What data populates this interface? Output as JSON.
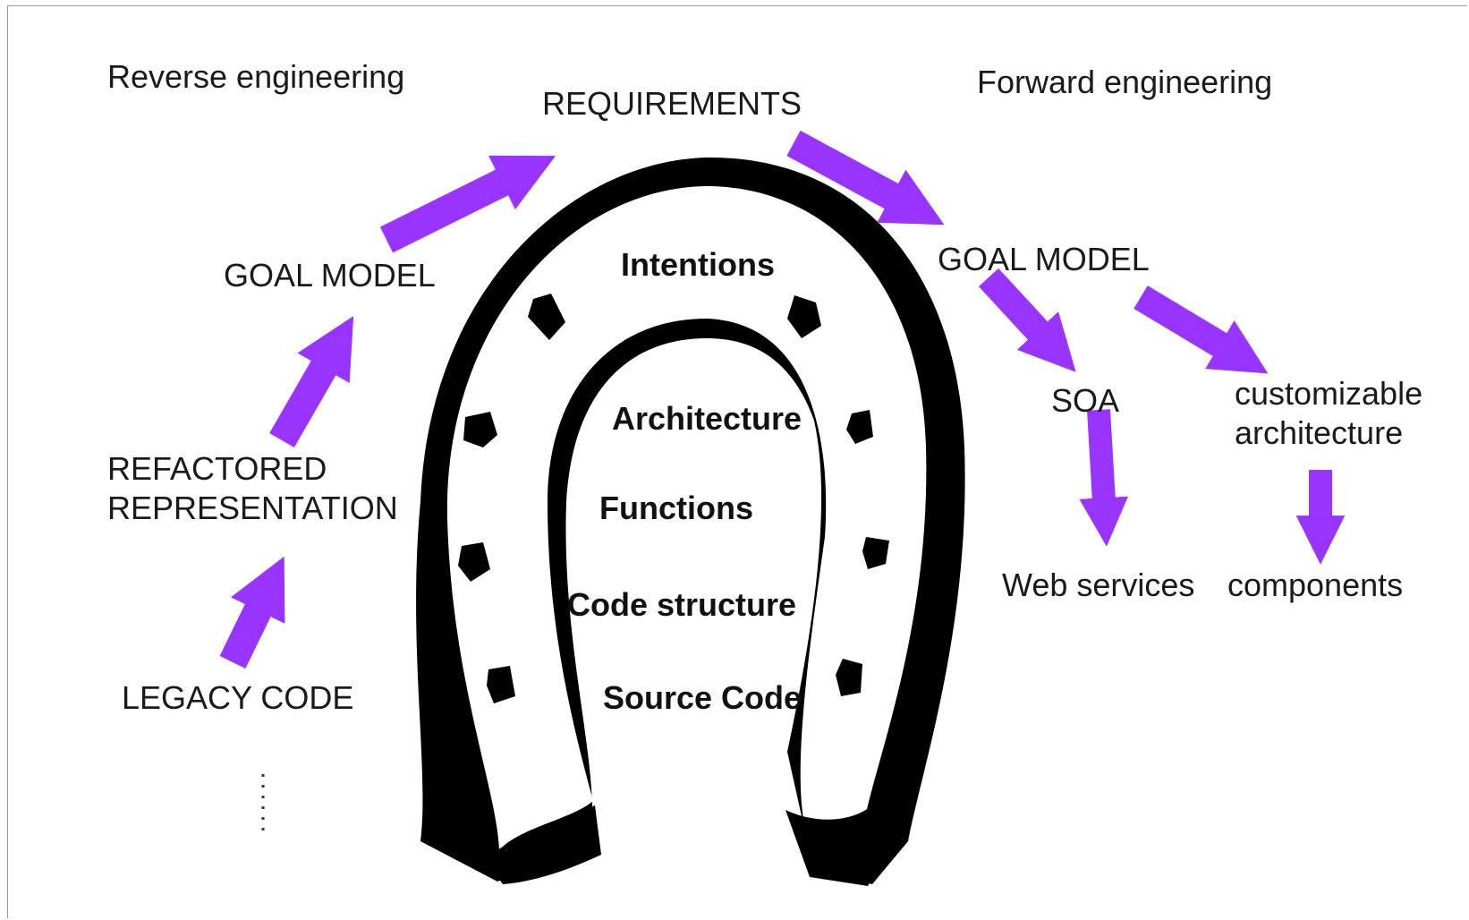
{
  "colors": {
    "arrow": "#9933ff",
    "shoe": "#000000",
    "background": "#ffffff"
  },
  "headings": {
    "reverse": "Reverse engineering",
    "forward": "Forward engineering"
  },
  "nodes": {
    "requirements": "REQUIREMENTS",
    "goal_model_left": "GOAL MODEL",
    "refactored_line1": "REFACTORED",
    "refactored_line2": "REPRESENTATION",
    "legacy_code": "LEGACY CODE",
    "goal_model_right": "GOAL MODEL",
    "soa": "SOA",
    "customizable_line1": "customizable",
    "customizable_line2": "architecture",
    "web_services": "Web services",
    "components": "components"
  },
  "levels": [
    "Intentions",
    "Architecture",
    "Functions",
    "Code structure",
    "Source Code"
  ]
}
